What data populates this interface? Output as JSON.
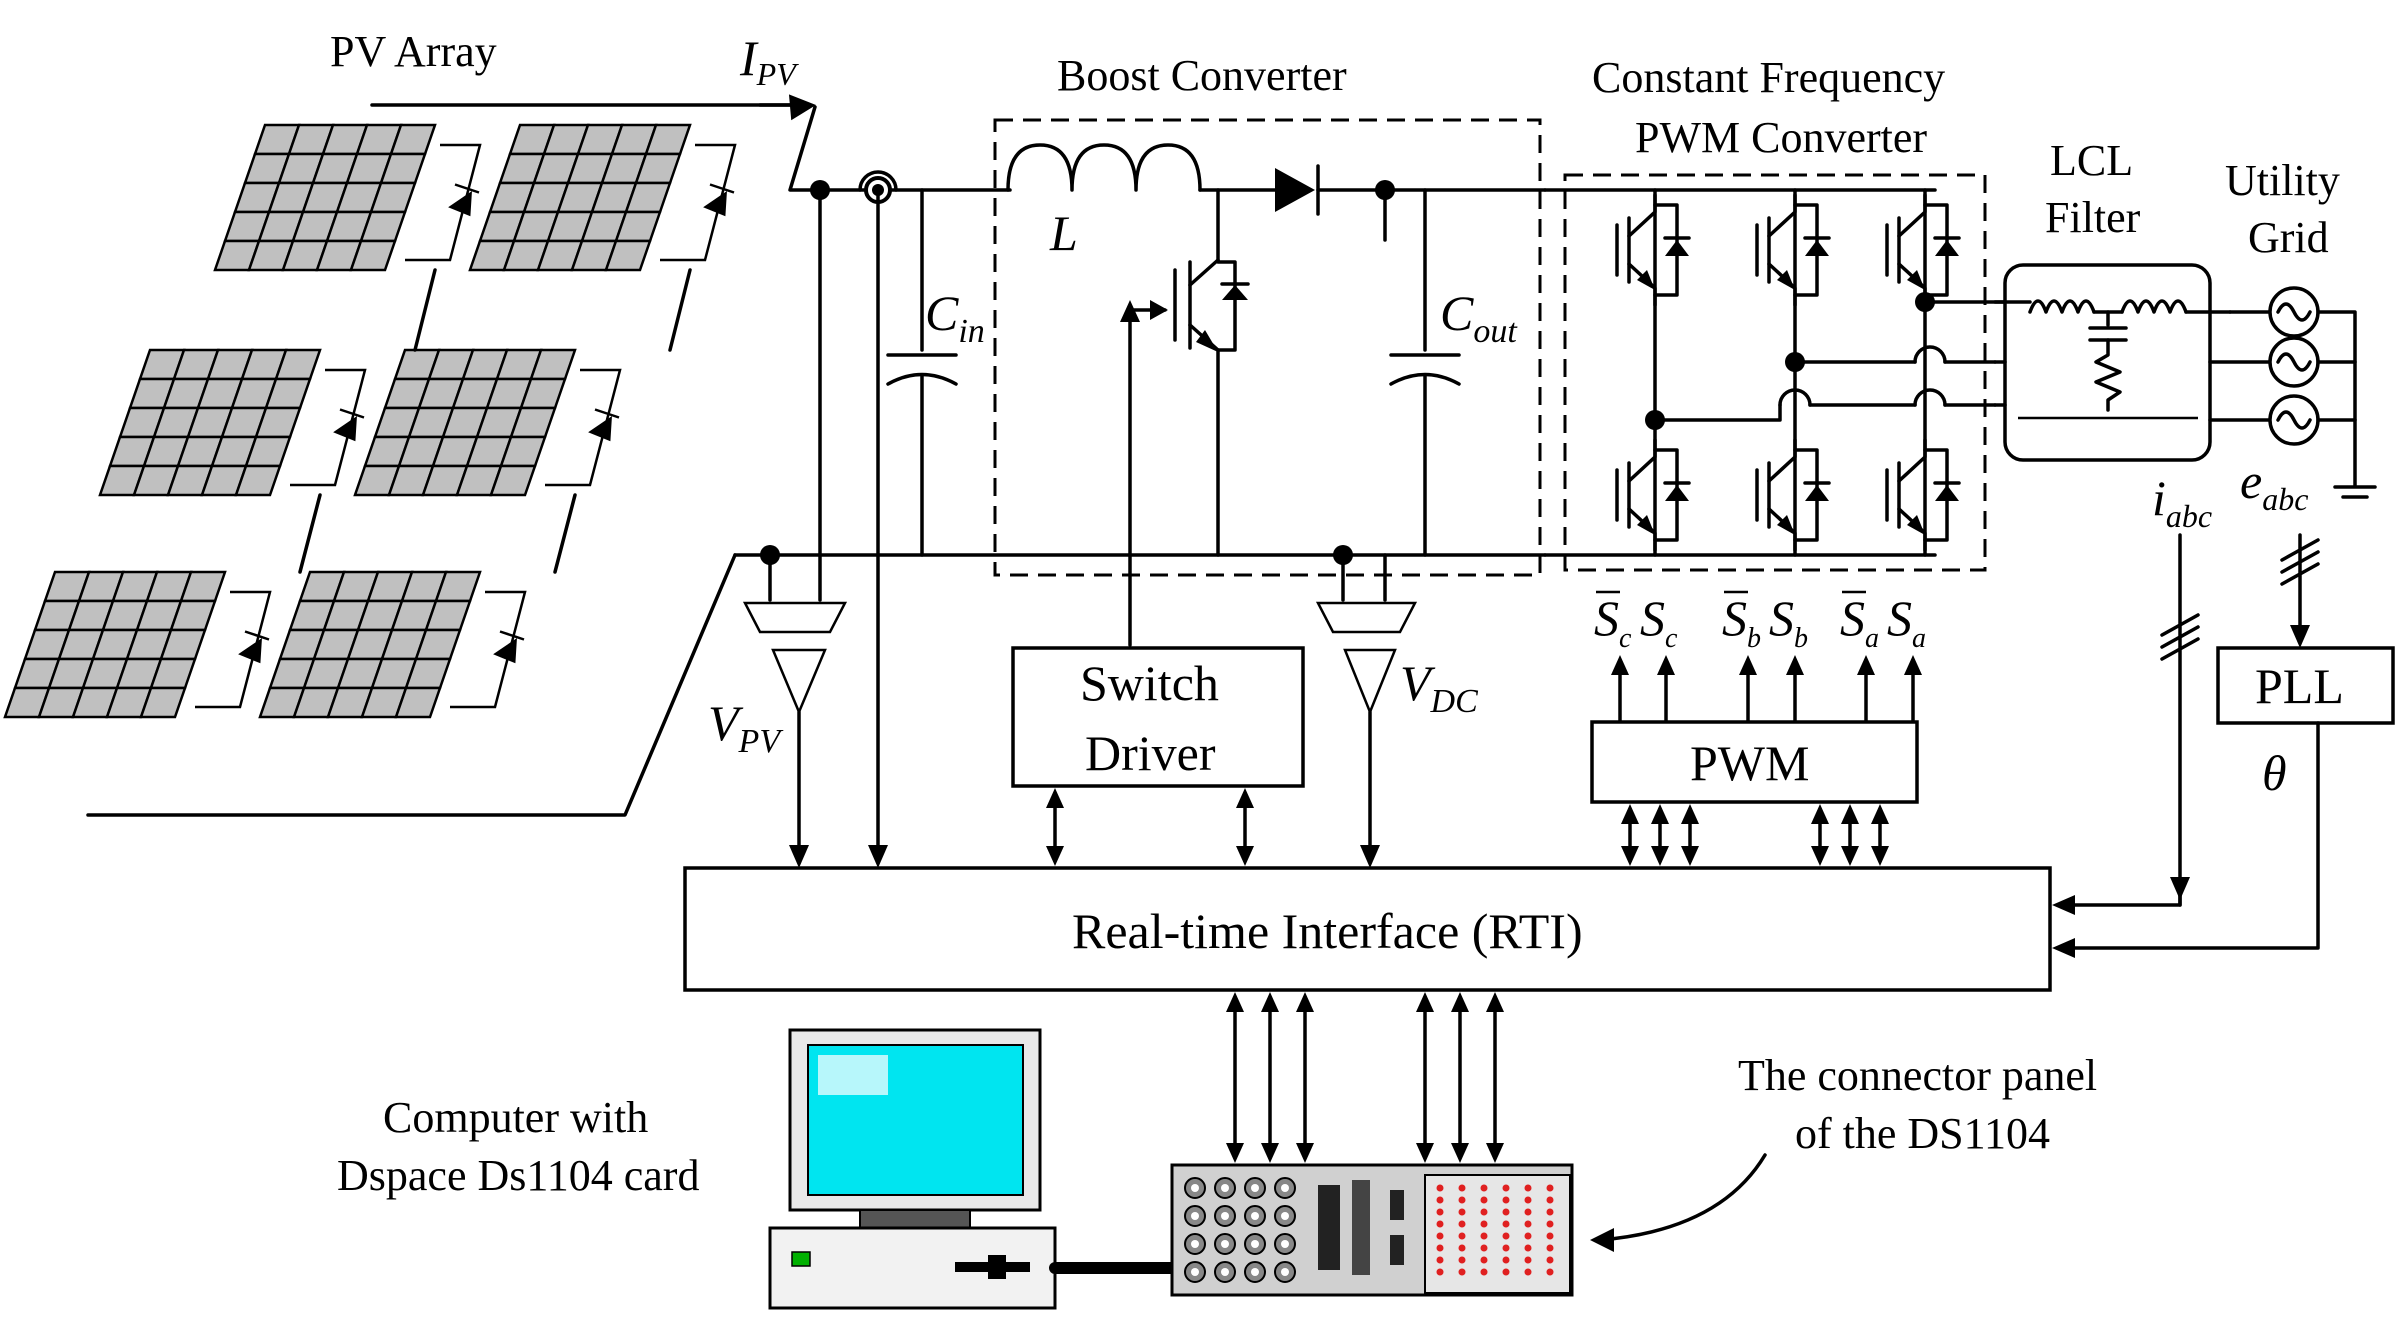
{
  "labels": {
    "pv_array": "PV Array",
    "boost_converter": "Boost Converter",
    "pwm_converter_line1": "Constant Frequency",
    "pwm_converter_line2": "PWM Converter",
    "lcl_line1": "LCL",
    "lcl_line2": "Filter",
    "grid_line1": "Utility",
    "grid_line2": "Grid",
    "switch_driver_line1": "Switch",
    "switch_driver_line2": "Driver",
    "pwm": "PWM",
    "pll": "PLL",
    "rti": "Real-time Interface (RTI)",
    "computer_line1": "Computer with",
    "computer_line2": "Dspace Ds1104 card",
    "connector_line1": "The connector panel",
    "connector_line2": "of the DS1104"
  },
  "symbols": {
    "ipv": {
      "main": "I",
      "sub": "PV"
    },
    "vpv": {
      "main": "V",
      "sub": "PV"
    },
    "vdc": {
      "main": "V",
      "sub": "DC"
    },
    "cin": {
      "main": "C",
      "sub": "in"
    },
    "cout": {
      "main": "C",
      "sub": "out"
    },
    "inductor": "L",
    "iabc": {
      "main": "i",
      "sub": "abc"
    },
    "eabc": {
      "main": "e",
      "sub": "abc"
    },
    "theta": "θ",
    "gates": [
      {
        "main": "S",
        "sub": "c",
        "bar": true
      },
      {
        "main": "S",
        "sub": "c",
        "bar": false
      },
      {
        "main": "S",
        "sub": "b",
        "bar": true
      },
      {
        "main": "S",
        "sub": "b",
        "bar": false
      },
      {
        "main": "S",
        "sub": "a",
        "bar": true
      },
      {
        "main": "S",
        "sub": "a",
        "bar": false
      }
    ]
  },
  "colors": {
    "pv_cell": "#c0c0c0",
    "monitor_screen": "#00e5f0",
    "panel_led": "#e02020"
  }
}
